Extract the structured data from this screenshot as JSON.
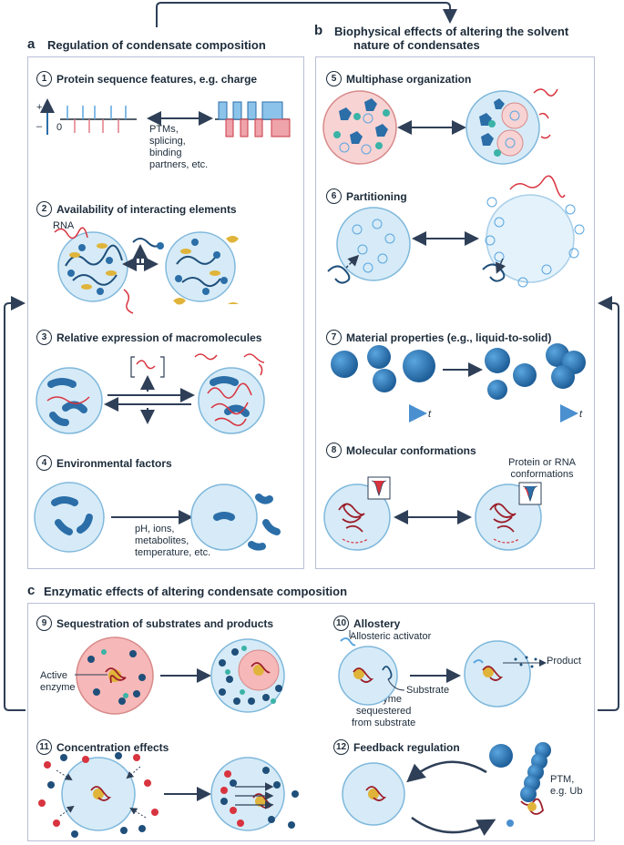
{
  "section_a": {
    "letter": "a",
    "title": "Regulation of condensate composition",
    "steps": [
      {
        "num": "1",
        "title": "Protein sequence features, e.g. charge"
      },
      {
        "num": "2",
        "title": "Availability of interacting elements"
      },
      {
        "num": "3",
        "title": "Relative expression of macromolecules"
      },
      {
        "num": "4",
        "title": "Environmental factors"
      }
    ],
    "step1_plus": "+",
    "step1_minus": "–",
    "step1_zero": "0",
    "step1_note_lines": [
      "PTMs,",
      "splicing,",
      "binding",
      "partners, etc."
    ],
    "step2_rna": "RNA",
    "step4_note_lines": [
      "pH, ions,",
      "metabolites,",
      "temperature, etc."
    ]
  },
  "section_b": {
    "letter": "b",
    "title_lines": [
      "Biophysical effects of altering the solvent",
      "nature of condensates"
    ],
    "steps": [
      {
        "num": "5",
        "title": "Multiphase organization"
      },
      {
        "num": "6",
        "title": "Partitioning"
      },
      {
        "num": "7",
        "title": "Material properties (e.g., liquid-to-solid)"
      },
      {
        "num": "8",
        "title": "Molecular conformations"
      }
    ],
    "time_label": "t",
    "step8_note_lines": [
      "Protein or RNA",
      "conformations"
    ]
  },
  "section_c": {
    "letter": "c",
    "title": "Enzymatic effects of altering condensate composition",
    "steps": [
      {
        "num": "9",
        "title": "Sequestration of substrates and products"
      },
      {
        "num": "10",
        "title": "Allostery"
      },
      {
        "num": "11",
        "title": "Concentration effects"
      },
      {
        "num": "12",
        "title": "Feedback regulation"
      }
    ],
    "active_enzyme_lines": [
      "Active",
      "enzyme"
    ],
    "allosteric_activator": "Allosteric activator",
    "product": "Product",
    "substrate": "Substrate",
    "enzyme_sequestered_lines": [
      "Enzyme",
      "sequestered",
      "from substrate"
    ],
    "ptm_lines": [
      "PTM,",
      "e.g. Ub"
    ]
  },
  "colors": {
    "outline": "#b9bfd6",
    "dark_navy": "#1c2b3a",
    "droplet_fill": "#d6ebf7",
    "droplet_edge": "#7fb8dc",
    "pink_phase": "#f4c6c6",
    "protein_blue": "#2b6ea8",
    "rna_red": "#d8343f",
    "gold": "#e0b43a",
    "teal": "#3bb3a6"
  }
}
